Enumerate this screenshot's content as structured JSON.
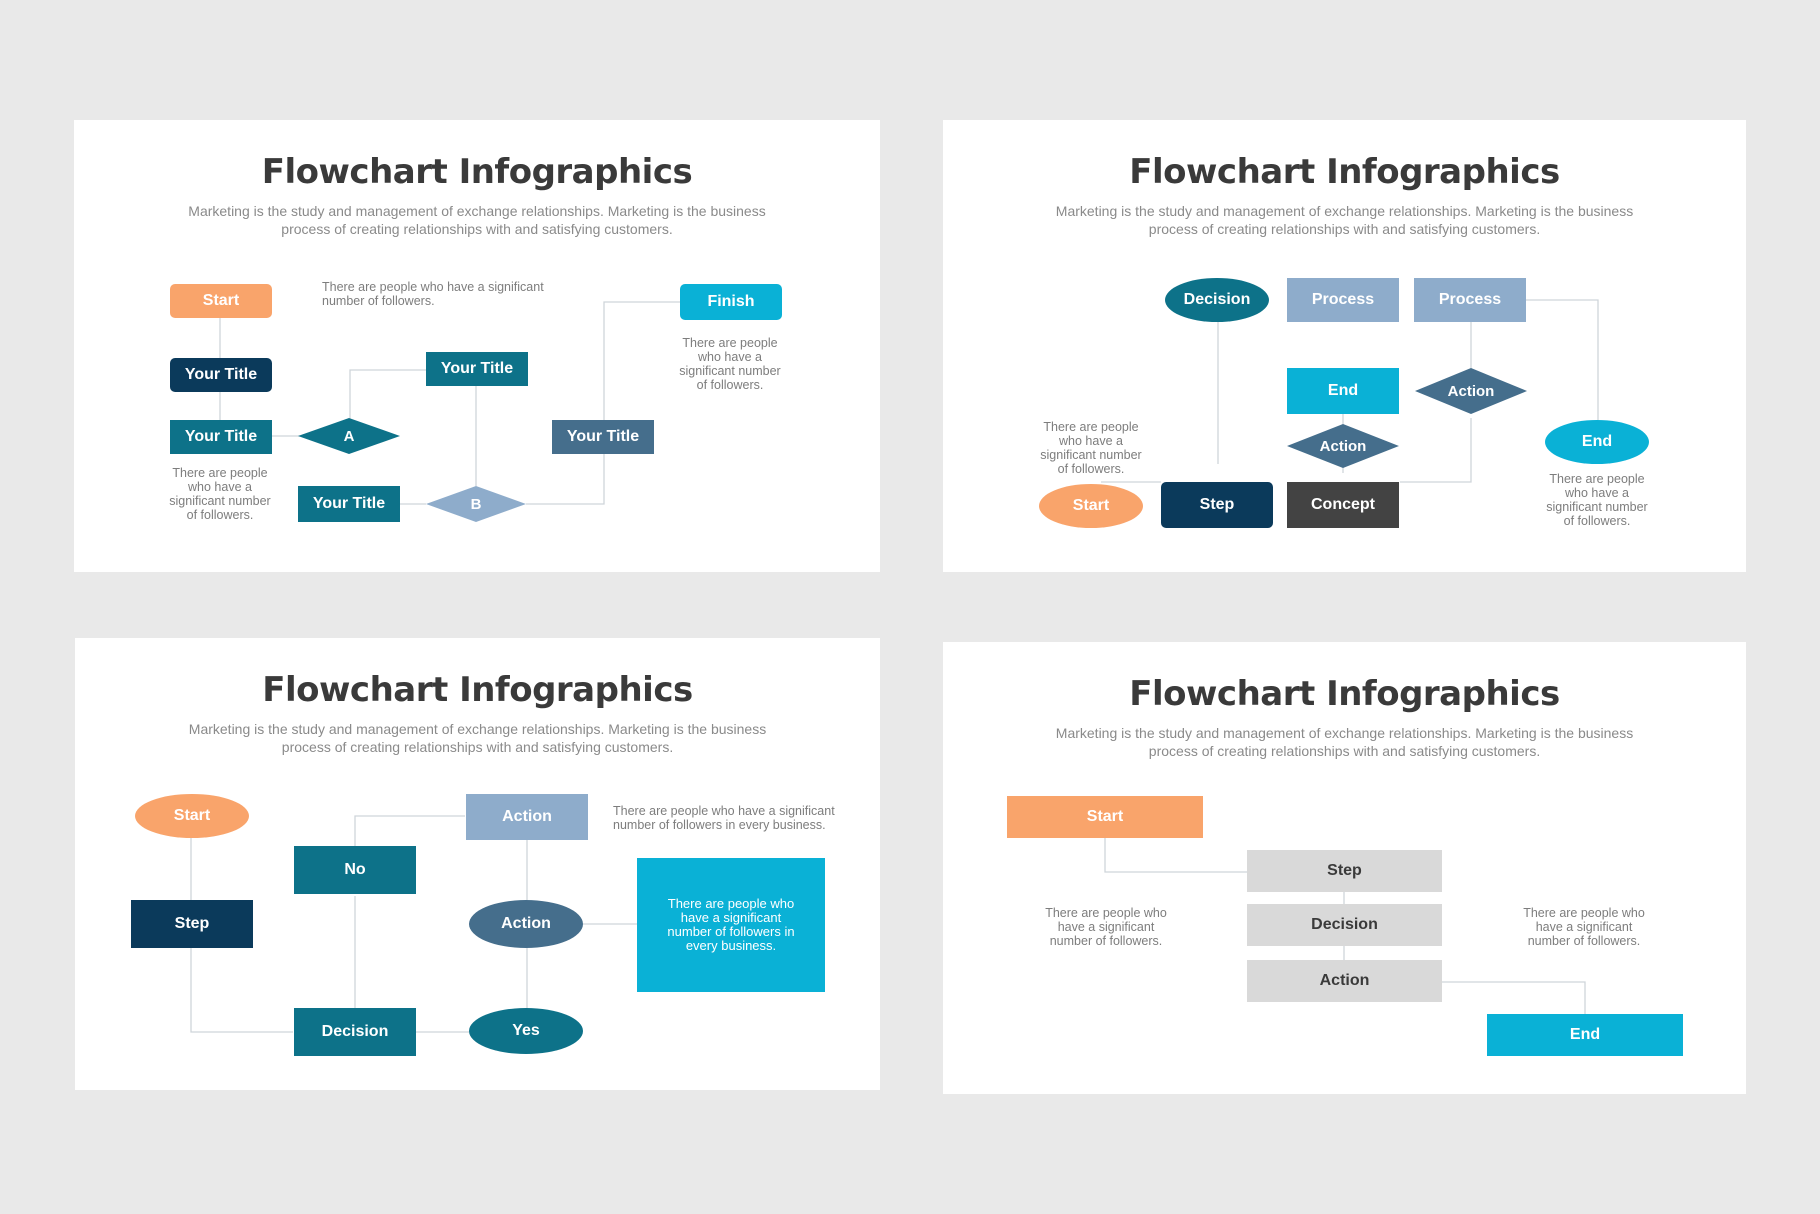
{
  "slides": [
    {
      "title": "Flowchart Infographics",
      "subtitle": "Marketing is the study and management of exchange relationships. Marketing is the business process of creating relationships with and satisfying customers.",
      "nodes": {
        "start": "Start",
        "your_title_1": "Your Title",
        "your_title_2": "Your Title",
        "diamond_a": "A",
        "your_title_3": "Your Title",
        "your_title_4": "Your Title",
        "diamond_b": "B",
        "your_title_5": "Your Title",
        "finish": "Finish"
      },
      "notes": {
        "top": "There are people who have a significant number of followers.",
        "left": "There are people who have a significant number of followers.",
        "right": "There are people who have a significant number of followers."
      }
    },
    {
      "title": "Flowchart Infographics",
      "subtitle": "Marketing is the study and management of exchange relationships. Marketing is the business process of creating relationships with and satisfying customers.",
      "nodes": {
        "decision": "Decision",
        "process_1": "Process",
        "process_2": "Process",
        "end_rect": "End",
        "action_1": "Action",
        "action_2": "Action",
        "end_ellipse": "End",
        "start": "Start",
        "step": "Step",
        "concept": "Concept"
      },
      "notes": {
        "left": "There are people who have a significant number of followers.",
        "right": "There are people who have a significant number of followers."
      }
    },
    {
      "title": "Flowchart Infographics",
      "subtitle": "Marketing is the study and management of exchange relationships. Marketing is the business process of creating relationships with and satisfying customers.",
      "nodes": {
        "start": "Start",
        "step": "Step",
        "no": "No",
        "action_rect": "Action",
        "action_ellipse": "Action",
        "decision": "Decision",
        "yes": "Yes"
      },
      "notes": {
        "top": "There are people who have a significant number of followers in every business.",
        "box": "There are people who have a significant number of followers in every business."
      }
    },
    {
      "title": "Flowchart Infographics",
      "subtitle": "Marketing is the study and management of exchange relationships. Marketing is the business process of creating relationships with and satisfying customers.",
      "nodes": {
        "start": "Start",
        "step": "Step",
        "decision": "Decision",
        "action": "Action",
        "end": "End"
      },
      "notes": {
        "left": "There are people who have a significant number of followers.",
        "right": "There are people who have a significant number of followers."
      }
    }
  ],
  "colors": {
    "background": "#e9e9e9",
    "orange": "#f9a46b",
    "navy": "#0b3a5b",
    "teal": "#0d7289",
    "steel": "#456e8c",
    "light_blue": "#8eaccb",
    "cyan": "#0ab1d6",
    "dark_gray": "#434343",
    "light_gray": "#d9d9d9"
  }
}
